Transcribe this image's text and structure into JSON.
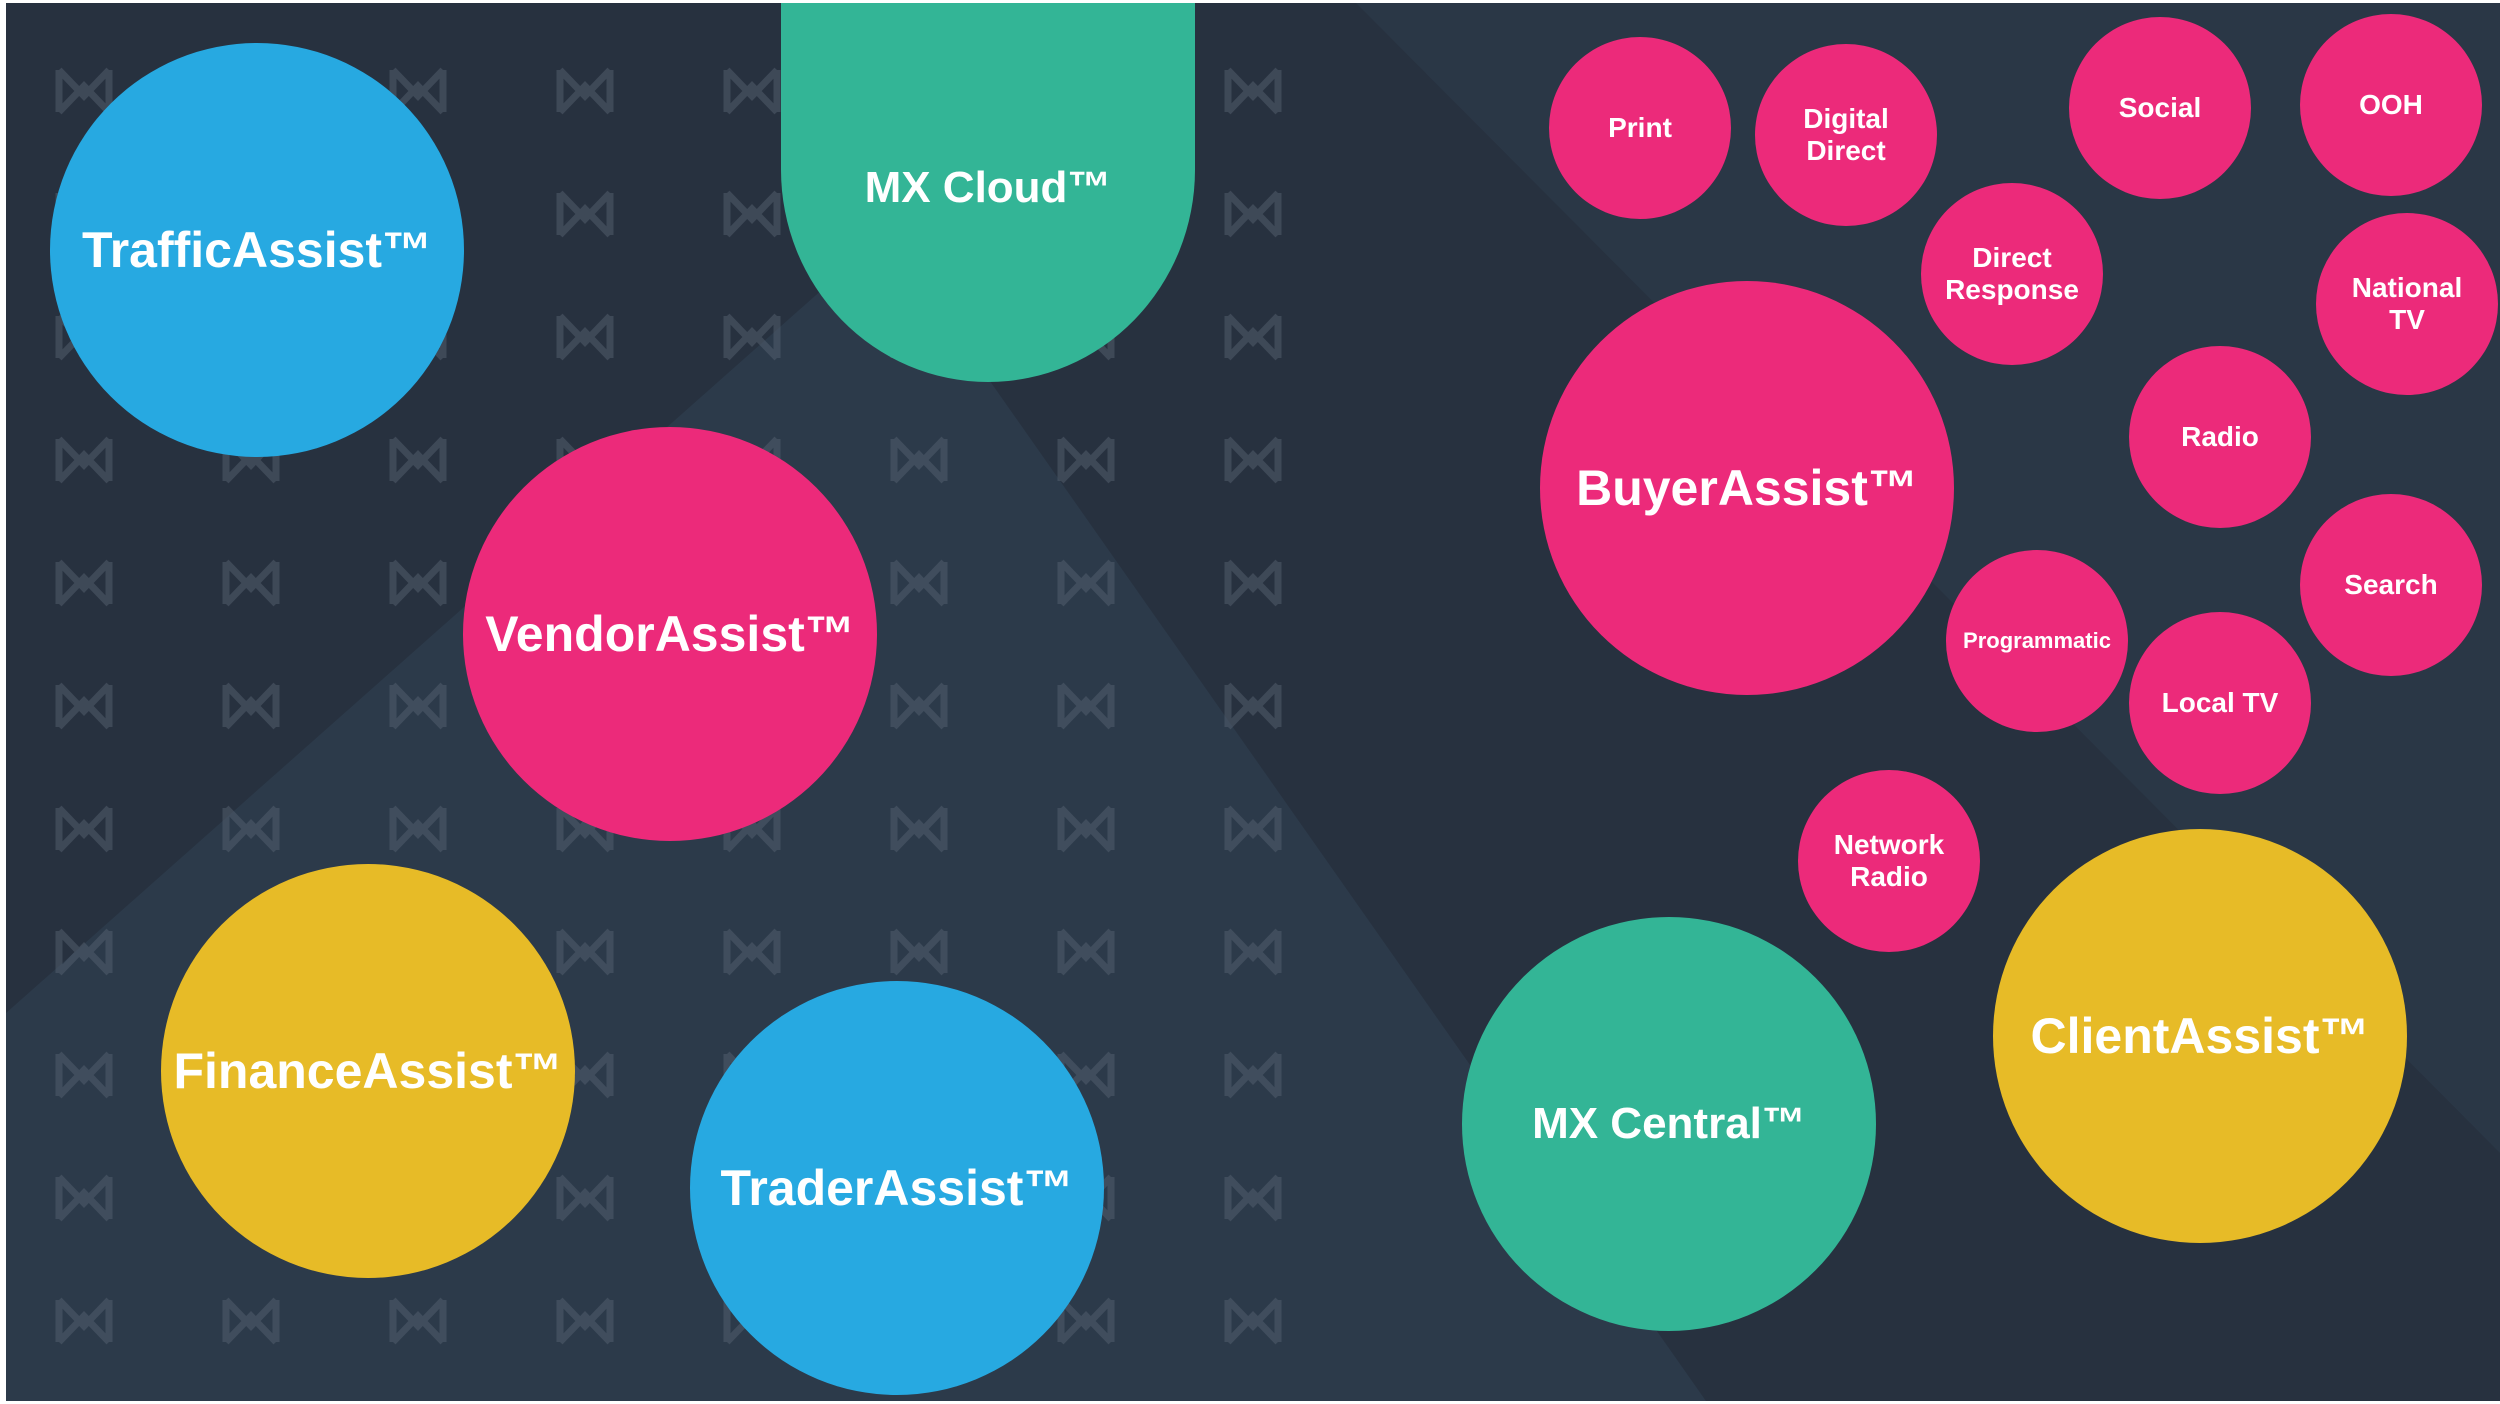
{
  "colors": {
    "background": "#27313f",
    "blue": "#27a9e1",
    "green": "#33b596",
    "pink": "#ec2a7a",
    "yellow": "#e7bb27"
  },
  "products": [
    {
      "label": "TrafficAssist™",
      "color": "blue"
    },
    {
      "label": "MX Cloud™",
      "color": "green"
    },
    {
      "label": "VendorAssist™",
      "color": "pink"
    },
    {
      "label": "FinanceAssist™",
      "color": "yellow"
    },
    {
      "label": "TraderAssist™",
      "color": "blue"
    },
    {
      "label": "BuyerAssist™",
      "color": "pink"
    },
    {
      "label": "MX Central™",
      "color": "green"
    },
    {
      "label": "ClientAssist™",
      "color": "yellow"
    }
  ],
  "channels": [
    {
      "label": "Print"
    },
    {
      "label": "Digital\nDirect"
    },
    {
      "label": "Social"
    },
    {
      "label": "OOH"
    },
    {
      "label": "Direct\nResponse"
    },
    {
      "label": "National\nTV"
    },
    {
      "label": "Radio"
    },
    {
      "label": "Search"
    },
    {
      "label": "Programmatic"
    },
    {
      "label": "Local TV"
    },
    {
      "label": "Network\nRadio"
    }
  ],
  "pattern_icon": "mx-logo-icon"
}
